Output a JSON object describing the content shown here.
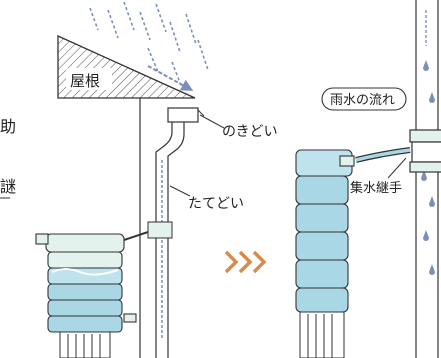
{
  "labels": {
    "roof": "屋根",
    "eaves_gutter": "のきどい",
    "downspout": "たてどい",
    "rain_flow": "雨水の流れ",
    "collector": "集水継手"
  },
  "edge_text": {
    "char_1": "助",
    "char_2": "謎"
  },
  "icons": {
    "transition": "triple-chevron-right-icon"
  },
  "colors": {
    "rain": "#7d8fb8",
    "tank_water": "#a9d7e6",
    "tank_body": "#e4f2ee",
    "outline": "#333333",
    "chevron": "#d88a4a"
  }
}
